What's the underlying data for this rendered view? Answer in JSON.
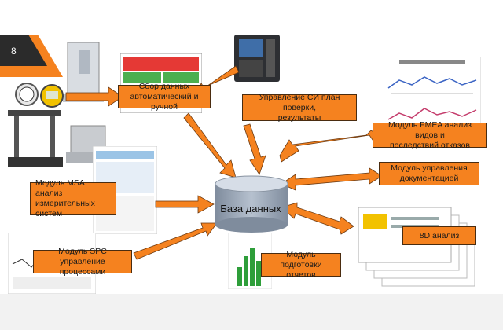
{
  "slide_number": "8",
  "colors": {
    "box_fill": "#f5821f",
    "arrow": "#f5821f",
    "cylinder_top": "#d6dde7",
    "cylinder_body": "#9aa7b7"
  },
  "center_node": {
    "label": "База данных"
  },
  "nodes": [
    {
      "id": "data-collection",
      "lines": [
        "Сбор данных",
        "автоматический и ручной"
      ]
    },
    {
      "id": "si-management",
      "lines": [
        "Управление СИ план поверки,",
        "результаты"
      ]
    },
    {
      "id": "fmea-module",
      "lines": [
        "Модуль FMEA анализ видов и",
        "последствий отказов"
      ]
    },
    {
      "id": "doc-management",
      "lines": [
        "Модуль управления",
        "документацией"
      ]
    },
    {
      "id": "msa-module",
      "lines": [
        "Модуль MSA анализ",
        "измерительных",
        "систем"
      ]
    },
    {
      "id": "8d-analysis",
      "lines": [
        "8D анализ"
      ]
    },
    {
      "id": "spc-module",
      "lines": [
        "Модуль SPC управление",
        "процессами"
      ]
    },
    {
      "id": "report-module",
      "lines": [
        "Модуль подготовки",
        "отчетов"
      ]
    }
  ]
}
